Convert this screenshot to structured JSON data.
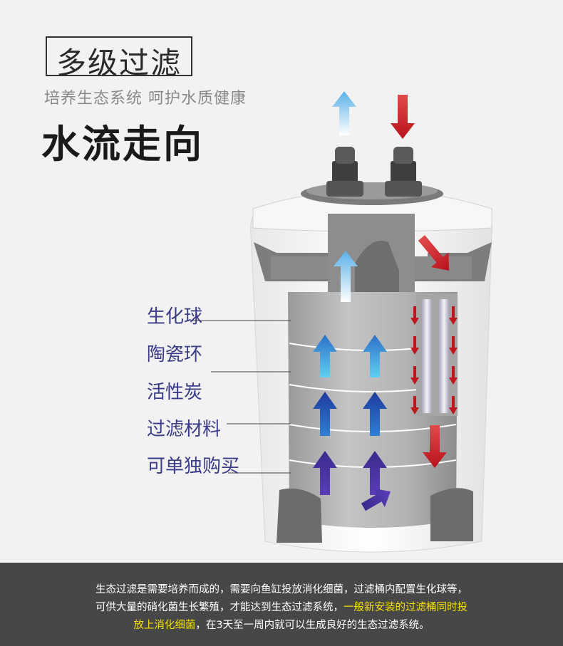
{
  "heading": {
    "box_title": "多级过滤",
    "subtitle": "培养生态系统 呵护水质健康",
    "main_title": "水流走向"
  },
  "layers": [
    {
      "label": "生化球"
    },
    {
      "label": "陶瓷环"
    },
    {
      "label": "活性炭"
    },
    {
      "label": "过滤材料"
    },
    {
      "label": "可单独购买"
    }
  ],
  "description": {
    "line1": "生态过滤是需要培养而成的，需要向鱼缸投放消化细菌，过滤桶内配置生化球等，",
    "line2_plain": "可供大量的硝化菌生长繁殖，才能达到生态过滤系统，",
    "line2_highlight": "一般新安装的过滤桶同时投",
    "line3_highlight": "放上消化细菌",
    "line3_plain": "，在3天至一周内就可以生成良好的生态过滤系统。"
  },
  "colors": {
    "highlight": "#f5e000",
    "label_text": "#3b3d8a",
    "arrow_in": "#d0202a",
    "arrow_out": "#e8f4fb"
  }
}
